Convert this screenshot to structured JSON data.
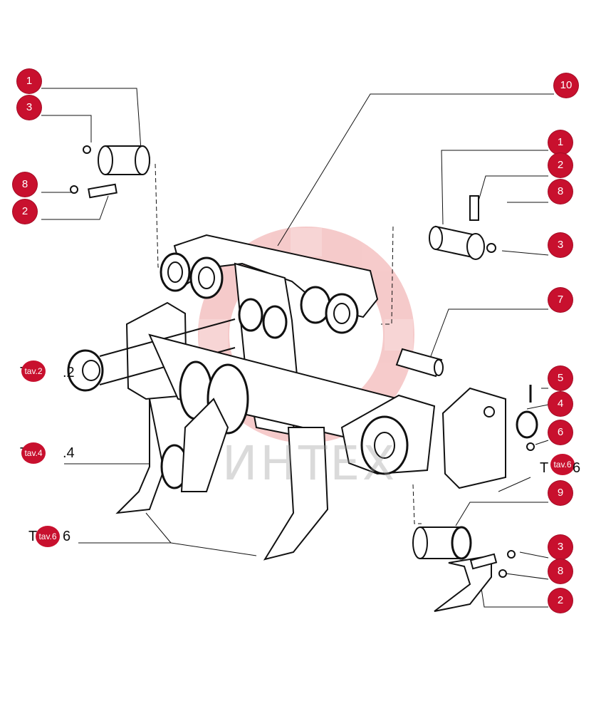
{
  "watermark": {
    "text": "ИНТЕХ",
    "color": "#e8a0a0"
  },
  "accent_color": "#c8102e",
  "callouts": [
    {
      "label": "1"
    },
    {
      "label": "3"
    },
    {
      "label": "8"
    },
    {
      "label": "2"
    },
    {
      "label": "10"
    },
    {
      "label": "1"
    },
    {
      "label": "2"
    },
    {
      "label": "8"
    },
    {
      "label": "3"
    },
    {
      "label": "7"
    },
    {
      "label": "5"
    },
    {
      "label": "4"
    },
    {
      "label": "6"
    },
    {
      "label": "9"
    },
    {
      "label": "3"
    },
    {
      "label": "8"
    },
    {
      "label": "2"
    }
  ],
  "table_refs": [
    {
      "text": "T",
      "badge": "tav.2",
      "suffix": ".2"
    },
    {
      "text": "T",
      "badge": "tav.4",
      "suffix": ".4"
    },
    {
      "text": "T",
      "badge": "tav.6",
      "suffix": "6"
    },
    {
      "text": "T",
      "badge": "tav.6",
      "suffix": "6"
    }
  ]
}
